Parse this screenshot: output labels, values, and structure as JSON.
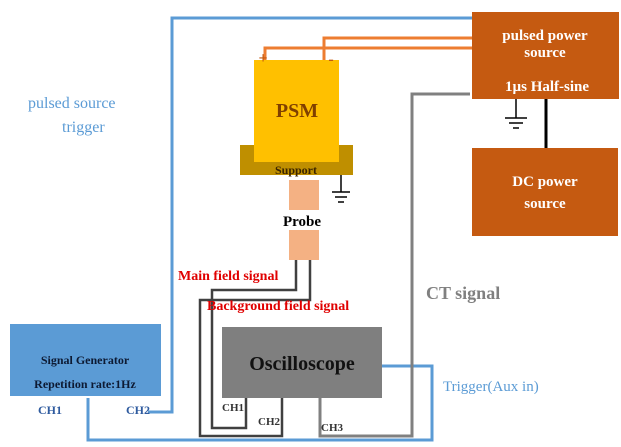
{
  "colors": {
    "trigger_wire": "#5b9bd5",
    "power_wire": "#ed7d31",
    "ct_wire": "#808080",
    "signal_wire": "#404040",
    "box_orange": "#c55a11",
    "box_psm": "#ffc000",
    "support": "#bf8f00",
    "probe": "#f4b183",
    "box_signal_gen": "#5b9bd5",
    "box_scope": "#7f7f7f",
    "label_red": "#e00000",
    "label_blue": "#5b9bd5",
    "label_gray": "#808080"
  },
  "labels": {
    "pulsed_power_line1": "pulsed power",
    "pulsed_power_line2": "source",
    "half_sine": "1µs Half-sine",
    "dc_line1": "DC power",
    "dc_line2": "source",
    "psm": "PSM",
    "plus": "+",
    "minus": "-",
    "support": "Support",
    "probe": "Probe",
    "main_field": "Main field signal",
    "background_field": "Background field signal",
    "ct_signal": "CT signal",
    "pulsed_trigger_line1": "pulsed source",
    "pulsed_trigger_line2": "trigger",
    "siggen_line1": "Signal Generator",
    "siggen_line2": "Repetition rate:1Hz",
    "ch1_gen": "CH1",
    "ch2_gen": "CH2",
    "oscilloscope": "Oscilloscope",
    "trigger_aux": "Trigger(Aux in)",
    "scope_ch1": "CH1",
    "scope_ch2": "CH2",
    "scope_ch3": "CH3"
  }
}
